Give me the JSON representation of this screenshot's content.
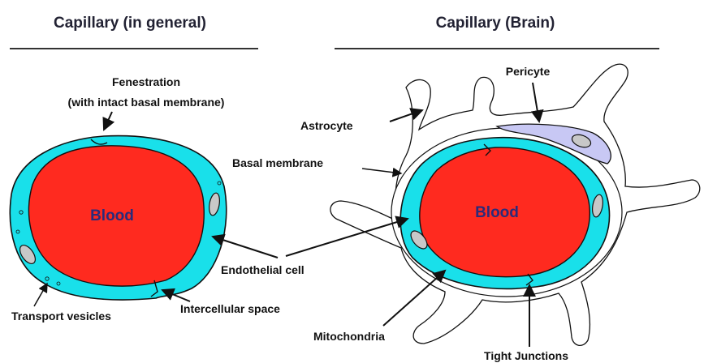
{
  "titles": {
    "left": "Capillary (in general)",
    "right": "Capillary (Brain)"
  },
  "left_panel": {
    "fenestration_line1": "Fenestration",
    "fenestration_line2": "(with intact basal membrane)",
    "blood": "Blood",
    "transport_vesicles": "Transport vesicles",
    "intercellular_space": "Intercellular space"
  },
  "shared": {
    "endothelial_cell": "Endothelial cell"
  },
  "right_panel": {
    "pericyte": "Pericyte",
    "astrocyte": "Astrocyte",
    "basal_membrane": "Basal membrane",
    "blood": "Blood",
    "mitochondria": "Mitochondria",
    "tight_junctions": "Tight Junctions"
  },
  "colors": {
    "blood": "#ff2a1f",
    "endothelium": "#19e0ea",
    "pericyte": "#c8c8f4",
    "organelle": "#c8c8c8",
    "outline": "#111111"
  }
}
